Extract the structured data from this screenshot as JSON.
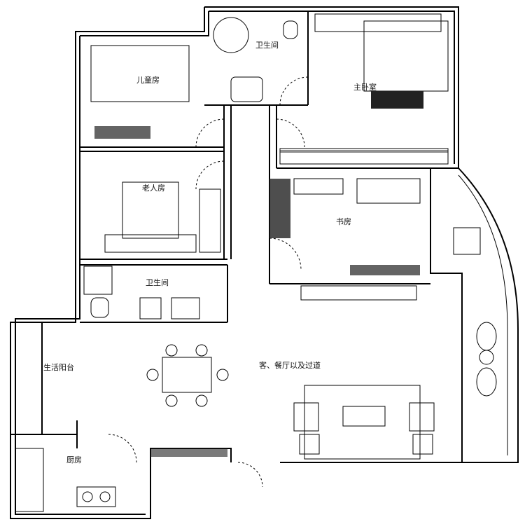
{
  "plan": {
    "rooms": {
      "bathroom_top": "卫生间",
      "master_bedroom": "主卧室",
      "children_room": "儿童房",
      "elder_room": "老人房",
      "study": "书房",
      "bathroom_mid": "卫生间",
      "utility_balcony": "生活阳台",
      "living_dining": "客、餐厅以及过道",
      "kitchen": "厨房"
    }
  }
}
